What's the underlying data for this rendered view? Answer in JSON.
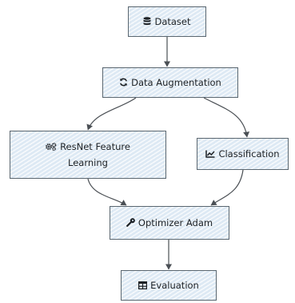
{
  "diagram": {
    "nodes": {
      "dataset": {
        "label": "Dataset",
        "icon": "database-icon"
      },
      "augment": {
        "label": "Data Augmentation",
        "icon": "refresh-icon"
      },
      "resnet": {
        "label_line1": "ResNet Feature",
        "label_line2": "Learning",
        "icon": "cogs-icon"
      },
      "classify": {
        "label": "Classification",
        "icon": "line-chart-icon"
      },
      "optimizer": {
        "label": "Optimizer Adam",
        "icon": "wrench-icon"
      },
      "evaluation": {
        "label": "Evaluation",
        "icon": "table-icon"
      }
    },
    "edges": [
      {
        "from": "dataset",
        "to": "augment"
      },
      {
        "from": "augment",
        "to": "resnet"
      },
      {
        "from": "augment",
        "to": "classify"
      },
      {
        "from": "resnet",
        "to": "optimizer"
      },
      {
        "from": "classify",
        "to": "optimizer"
      },
      {
        "from": "optimizer",
        "to": "evaluation"
      }
    ],
    "colors": {
      "node_fill": "#dde9f4",
      "node_border": "#5b6770",
      "edge": "#4a4f54",
      "text": "#1d2125"
    }
  }
}
